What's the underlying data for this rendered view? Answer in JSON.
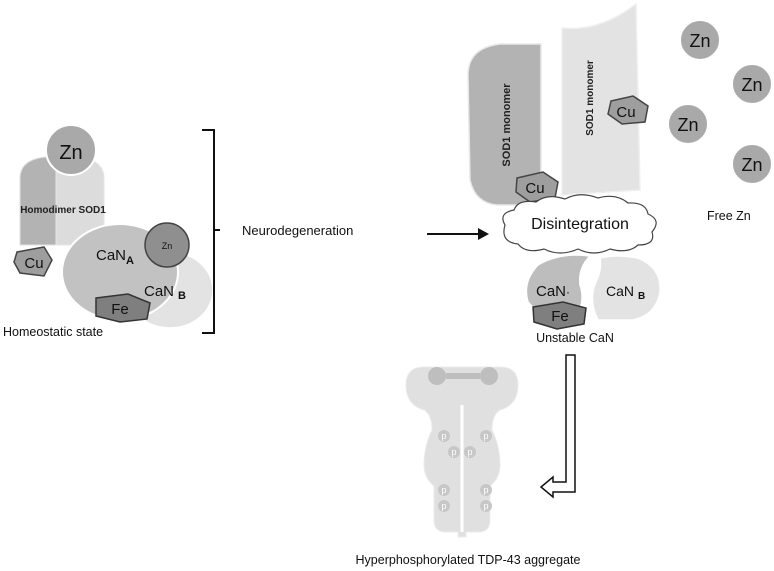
{
  "homeostatic": {
    "zn": "Zn",
    "sod_label": "Homodimer SOD1",
    "cu": "Cu",
    "can_a": "CaN",
    "can_a_sub": "A",
    "zn_small": "Zn",
    "can_b": "CaN",
    "can_b_sub": "B",
    "fe": "Fe",
    "state_label": "Homeostatic state"
  },
  "process_label": "Neurodegeneration",
  "disease": {
    "sod_monomer_left": "SOD1 monomer",
    "sod_monomer_right": "SOD1 monomer",
    "cu_right": "Cu",
    "cu_left": "Cu",
    "disintegration": "Disintegration",
    "free_zn_ions": [
      "Zn",
      "Zn",
      "Zn",
      "Zn"
    ],
    "free_zn_label": "Free Zn",
    "can_left": "CaN",
    "can_left_suffix": "·",
    "can_right": "CaN",
    "can_right_sub": "B",
    "fe": "Fe",
    "unstable_label": "Unstable CaN"
  },
  "tdp43": {
    "phospho_left": [
      "p",
      "p",
      "p",
      "p"
    ],
    "phospho_right": [
      "p",
      "p",
      "p",
      "p"
    ],
    "label": "Hyperphosphorylated TDP-43 aggregate"
  }
}
